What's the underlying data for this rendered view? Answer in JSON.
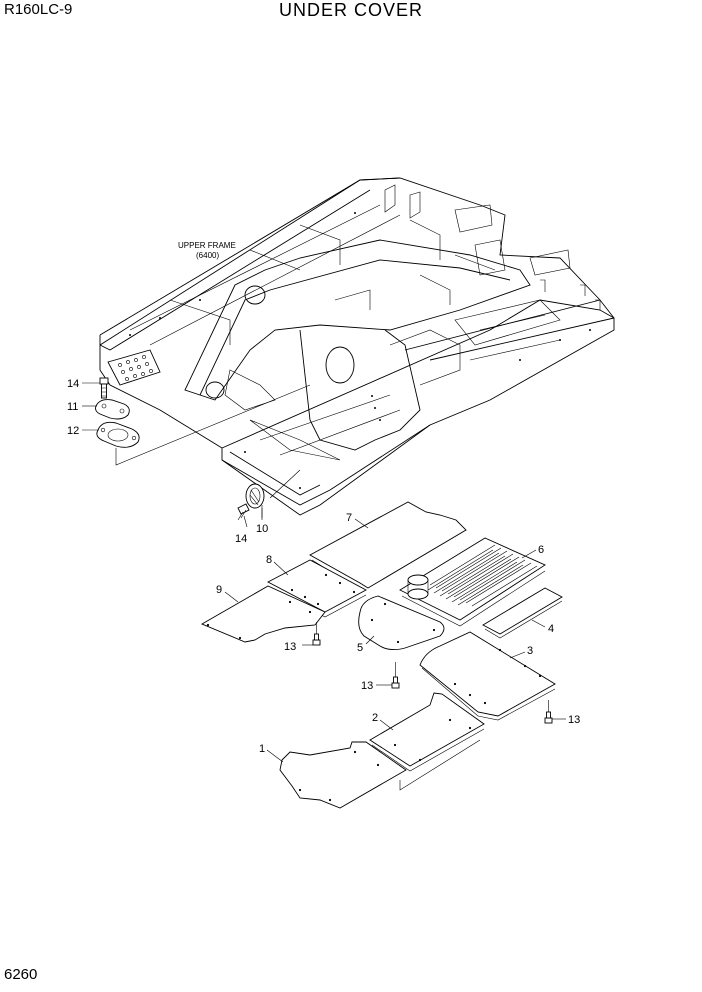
{
  "header": {
    "model": "R160LC-9",
    "title": "UNDER COVER"
  },
  "footer": {
    "page_number": "6260"
  },
  "frame_label": {
    "line1": "UPPER FRAME",
    "line2": "(6400)"
  },
  "parts": {
    "p1": "1",
    "p2": "2",
    "p3": "3",
    "p4": "4",
    "p5": "5",
    "p6": "6",
    "p7": "7",
    "p8": "8",
    "p9": "9",
    "p10": "10",
    "p11": "11",
    "p12": "12",
    "p13a": "13",
    "p13b": "13",
    "p13c": "13",
    "p14a": "14",
    "p14b": "14"
  }
}
